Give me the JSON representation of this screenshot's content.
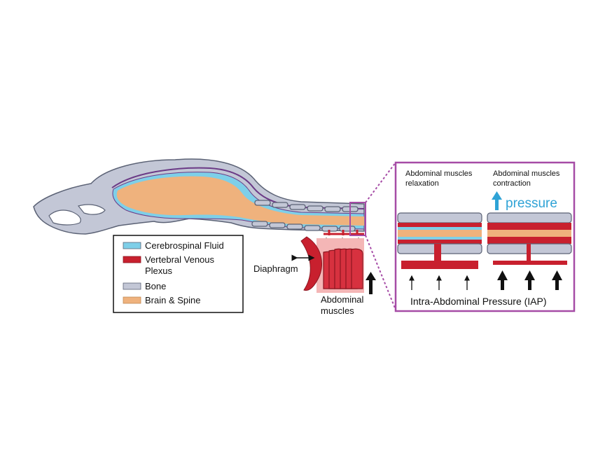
{
  "legend": {
    "items": [
      {
        "label": "Cerebrospinal Fluid",
        "color": "#7ecfe8"
      },
      {
        "label": "Vertebral Venous",
        "color": "#c8202e"
      },
      {
        "label": "Bone",
        "color": "#c3c7d6"
      },
      {
        "label": "Brain & Spine",
        "color": "#efb27d"
      }
    ],
    "venous_line2": "Plexus"
  },
  "labels": {
    "diaphragm": "Diaphragm",
    "abdominal_line1": "Abdominal",
    "abdominal_line2": "muscles"
  },
  "inset": {
    "left_title_line1": "Abdominal muscles",
    "left_title_line2": "relaxation",
    "right_title_line1": "Abdominal muscles",
    "right_title_line2": "contraction",
    "pressure": "pressure",
    "iap": "Intra-Abdominal Pressure (IAP)"
  },
  "colors": {
    "inset_border": "#a64ca6",
    "pressure_blue": "#2fa3d6",
    "vein_red": "#c8202e",
    "bone_fill": "#c3c7d6",
    "bone_stroke": "#5b6275",
    "brain_fill": "#efb27d",
    "csf_fill": "#7ecfe8",
    "muscle_bg": "#f4b6b6"
  }
}
